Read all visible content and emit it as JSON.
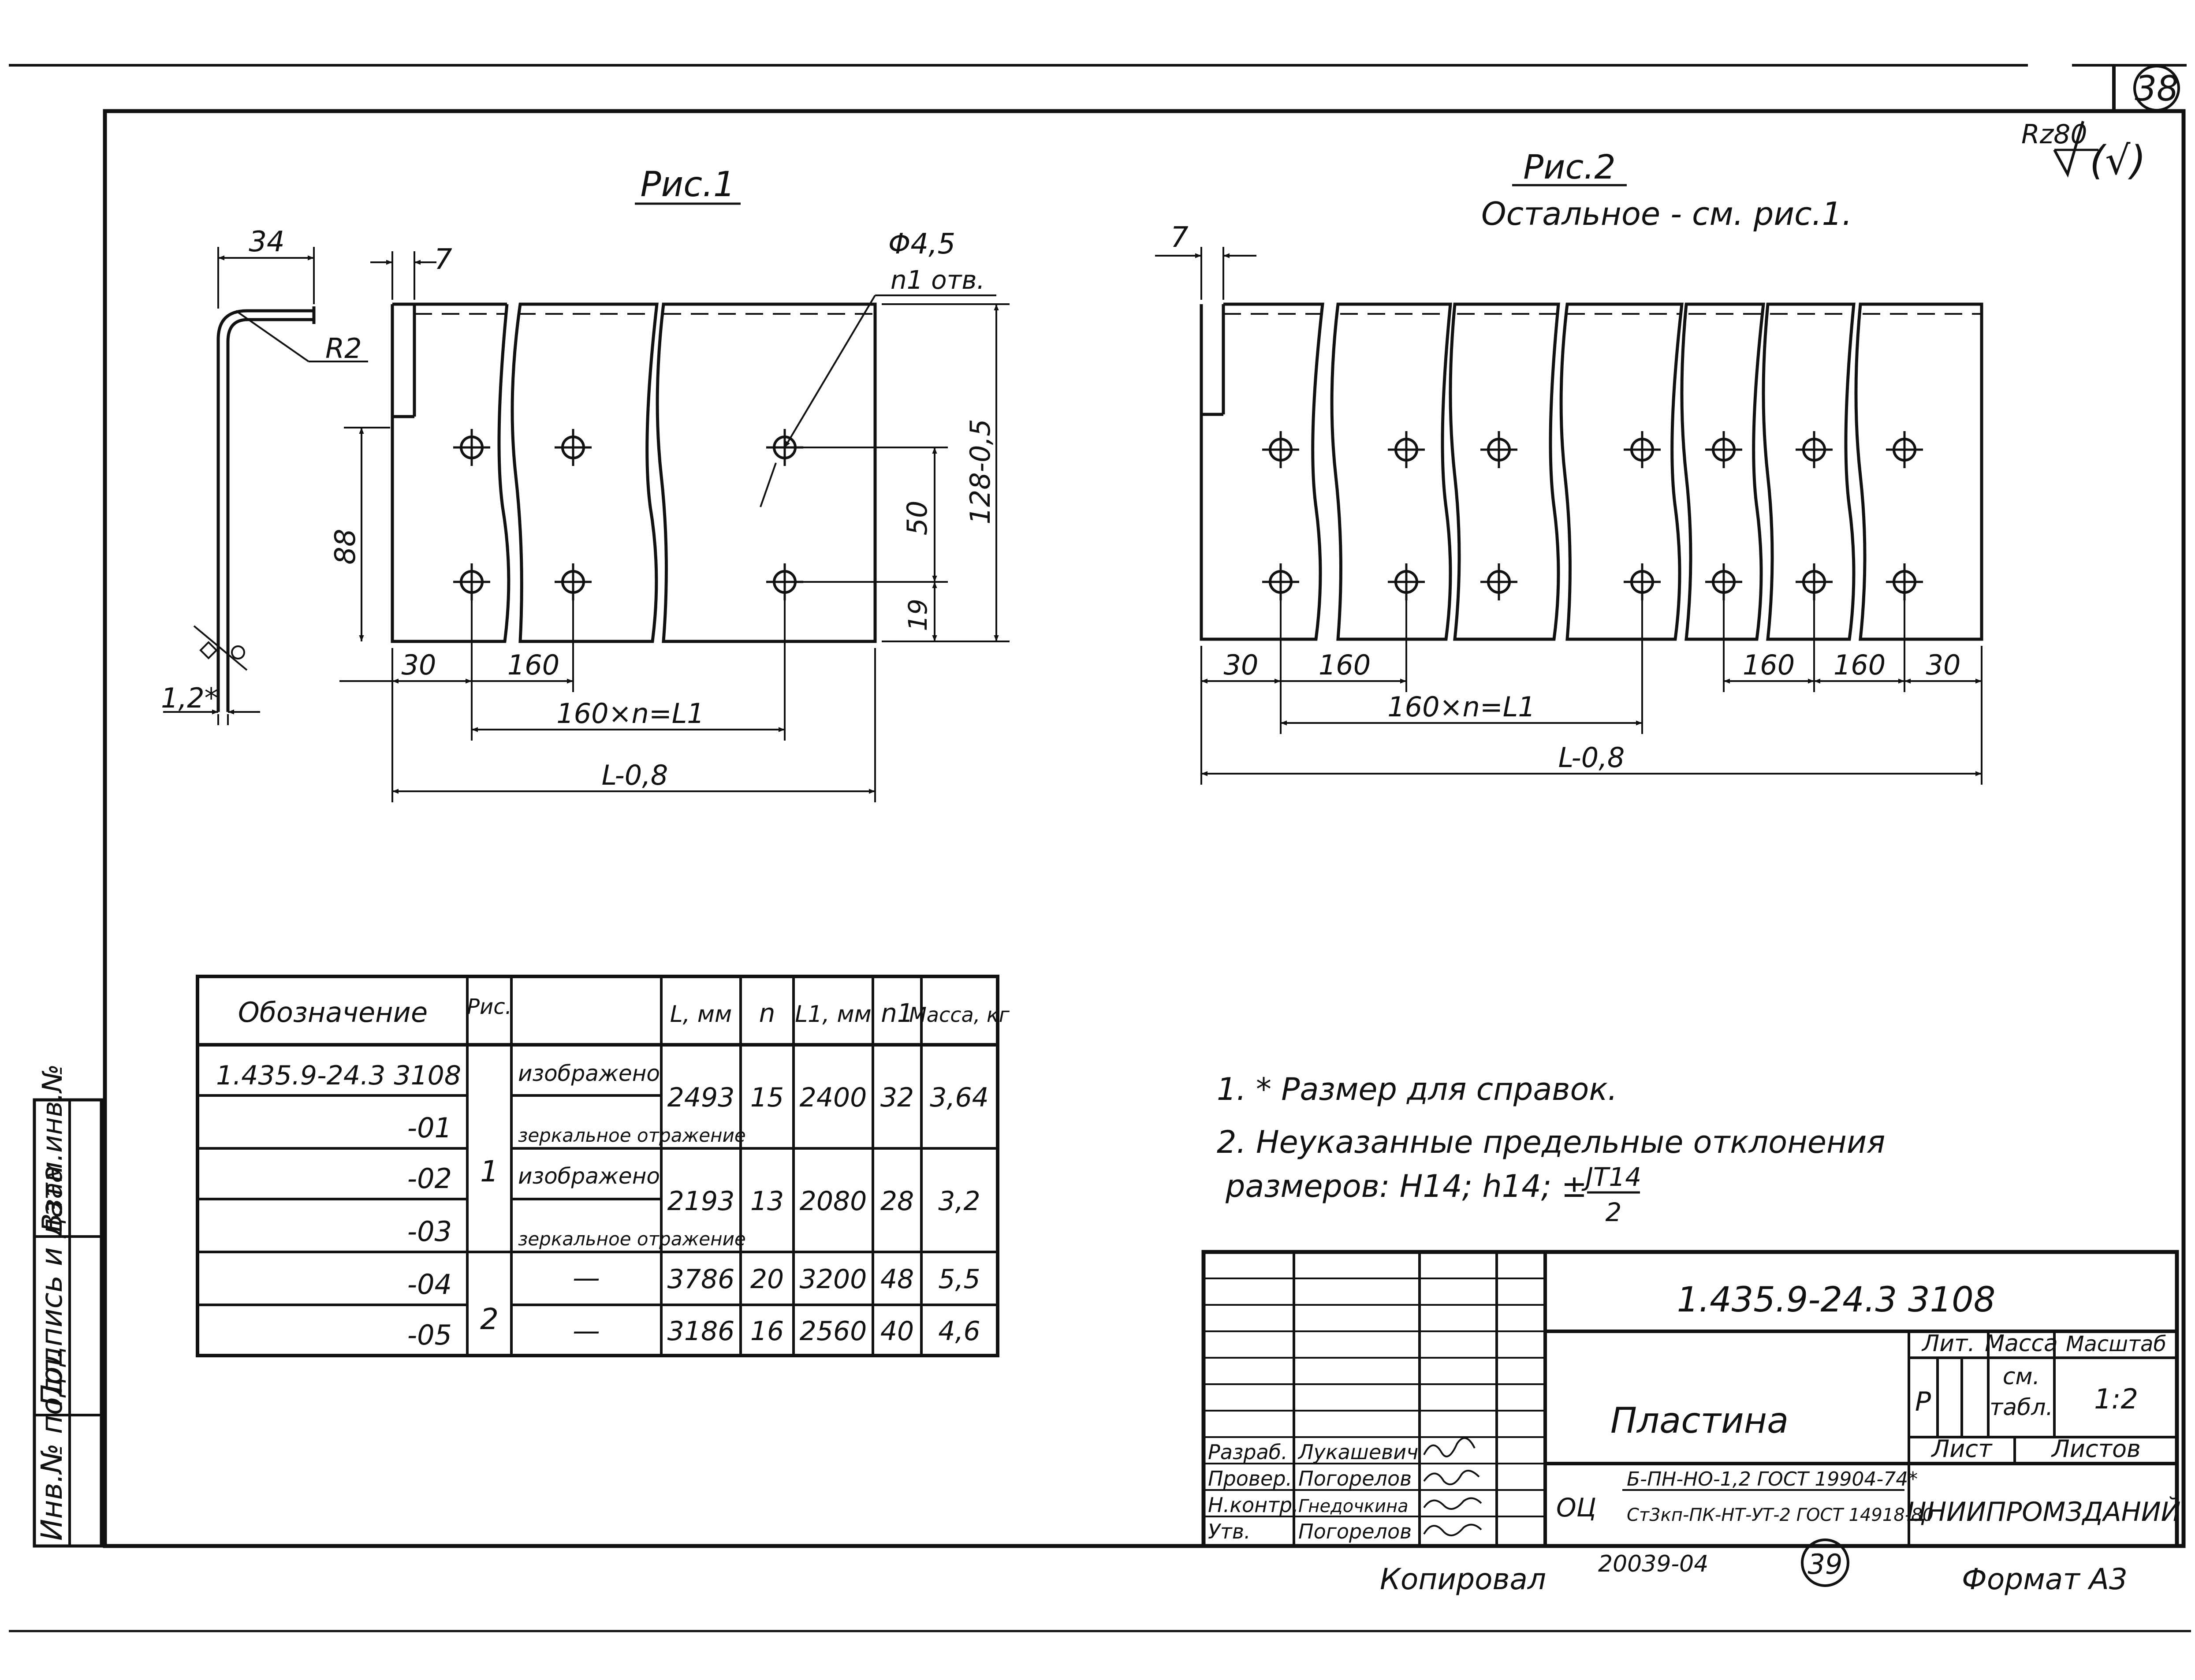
{
  "sheet": {
    "corner_number": "38",
    "roughness": "Rz80",
    "roughness_paren": "(√)",
    "copied_by": "Копировал",
    "format": "Формат А3",
    "doc_code": "20039-04",
    "circled_number": "39"
  },
  "fig1": {
    "title": "Рис.1",
    "dim_34": "34",
    "dim_7": "7",
    "radius": "R2",
    "hole": "Φ4,5",
    "hole_count": "n1 отв.",
    "dim_88": "88",
    "dim_50": "50",
    "dim_19": "19",
    "dim_128": "128-0,5",
    "dim_12": "1,2*",
    "dim_30": "30",
    "dim_160": "160",
    "chain": "160×n=L1",
    "length": "L-0,8"
  },
  "fig2": {
    "title": "Рис.2",
    "subtitle": "Остальное - см. рис.1.",
    "dim_7": "7",
    "dim_30": "30",
    "dim_160": "160",
    "chain": "160×n=L1",
    "length": "L-0,8",
    "dim_160_r1": "160",
    "dim_160_r2": "160",
    "dim_30_r": "30"
  },
  "table": {
    "headers": [
      "Обозначение",
      "Рис.",
      "",
      "L, мм",
      "n",
      "L1, мм",
      "n1",
      "Масса, кг"
    ],
    "rows": [
      {
        "designation": "1.435.9-24.3 3108",
        "variant": "изображено"
      },
      {
        "designation": "-01",
        "variant": "зеркальное отражение"
      },
      {
        "designation": "-02",
        "variant": "изображено"
      },
      {
        "designation": "-03",
        "variant": "зеркальное отражение"
      },
      {
        "designation": "-04",
        "variant": "—"
      },
      {
        "designation": "-05",
        "variant": "—"
      }
    ],
    "groups": [
      {
        "L": "2493",
        "n": "15",
        "L1": "2400",
        "n1": "32",
        "mass": "3,64"
      },
      {
        "L": "2193",
        "n": "13",
        "L1": "2080",
        "n1": "28",
        "mass": "3,2"
      },
      {
        "L": "3786",
        "n": "20",
        "L1": "3200",
        "n1": "48",
        "mass": "5,5"
      },
      {
        "L": "3186",
        "n": "16",
        "L1": "2560",
        "n1": "40",
        "mass": "4,6"
      }
    ],
    "fig_1": "1",
    "fig_2": "2"
  },
  "notes": {
    "note1": "1. * Размер для справок.",
    "note2a": "2. Неуказанные предельные отклонения",
    "note2b": "размеров: H14; h14; ±",
    "frac_num": "JT14",
    "frac_den": "2"
  },
  "title_block": {
    "doc_number": "1.435.9-24.3 3108",
    "part_name": "Пластина",
    "lit_label": "Лит.",
    "mass_label": "Масса",
    "scale_label": "Масштаб",
    "lit_value": "Р",
    "mass_value_1": "см.",
    "mass_value_2": "табл.",
    "scale_value": "1:2",
    "sheet_label": "Лист",
    "sheets_label": "Листов",
    "material_prefix": "ОЦ",
    "material_top": "Б-ПН-НО-1,2 ГОСТ 19904-74*",
    "material_bottom": "Ст3кп-ПК-НТ-УТ-2 ГОСТ 14918-80",
    "org": "ЦНИИПРОМЗДАНИЙ",
    "roles": [
      {
        "role": "Разраб.",
        "name": "Лукашевич"
      },
      {
        "role": "Провер.",
        "name": "Погорелов"
      },
      {
        "role": "Н.контр.",
        "name": "Гнедочкина"
      },
      {
        "role": "Утв.",
        "name": "Погорелов"
      }
    ]
  },
  "side_stamp": {
    "inv_orig": "Инв.№ подл.",
    "sign_date": "Подпись и дата",
    "replace_inv": "Взам.инв.№"
  }
}
